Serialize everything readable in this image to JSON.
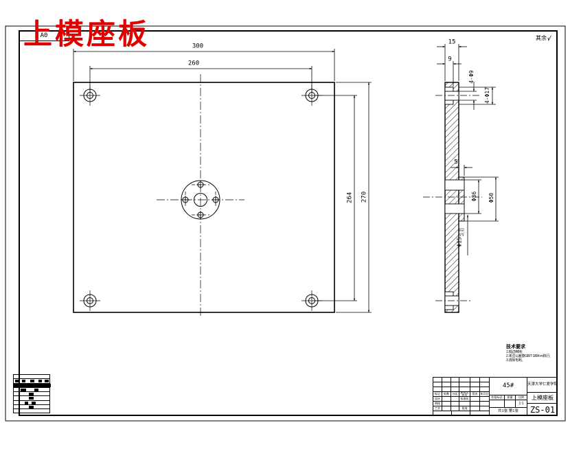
{
  "sheet": {
    "format": "A0",
    "red_title": "上模座板",
    "surface_note": "其余"
  },
  "front_view": {
    "dim_width_total": "300",
    "dim_width_holes": "260",
    "dim_height_holes": "264",
    "dim_height_total": "270"
  },
  "side_view": {
    "dim_thickness": "15",
    "dim_cbore_depth": "9",
    "dim_small_holes": "4-Φ9",
    "dim_cbore_holes": "4-Φ17",
    "dim_boss_height": "5",
    "dim_recess": "Φ36",
    "dim_boss_dia": "Φ50",
    "dim_center_hole": "Φ15",
    "tol_upper": "+0.08",
    "tol_lower": "+0.02"
  },
  "tech_req": {
    "title": "技术要求",
    "items": [
      "1.锐边倒钝;",
      "2.未注公差按GB/T 1804-m执行;",
      "3.去除毛刺。"
    ]
  },
  "title_block": {
    "material": "45#",
    "company": "天津大学仁爱学院",
    "part_name": "上模座板",
    "drawing_no": "ZS-01",
    "scale_value": "1:1",
    "sheet_note": "共1张 第1张",
    "labels": {
      "mark": "标记",
      "count": "处数",
      "zone": "分区",
      "change_no": "更改文件号",
      "sign": "签名",
      "date": "年月日",
      "design": "设计",
      "standard": "标准化",
      "check": "审核",
      "process": "工艺",
      "approve": "批准",
      "stage": "阶段标记",
      "weight": "质量",
      "scale": "比例"
    }
  }
}
